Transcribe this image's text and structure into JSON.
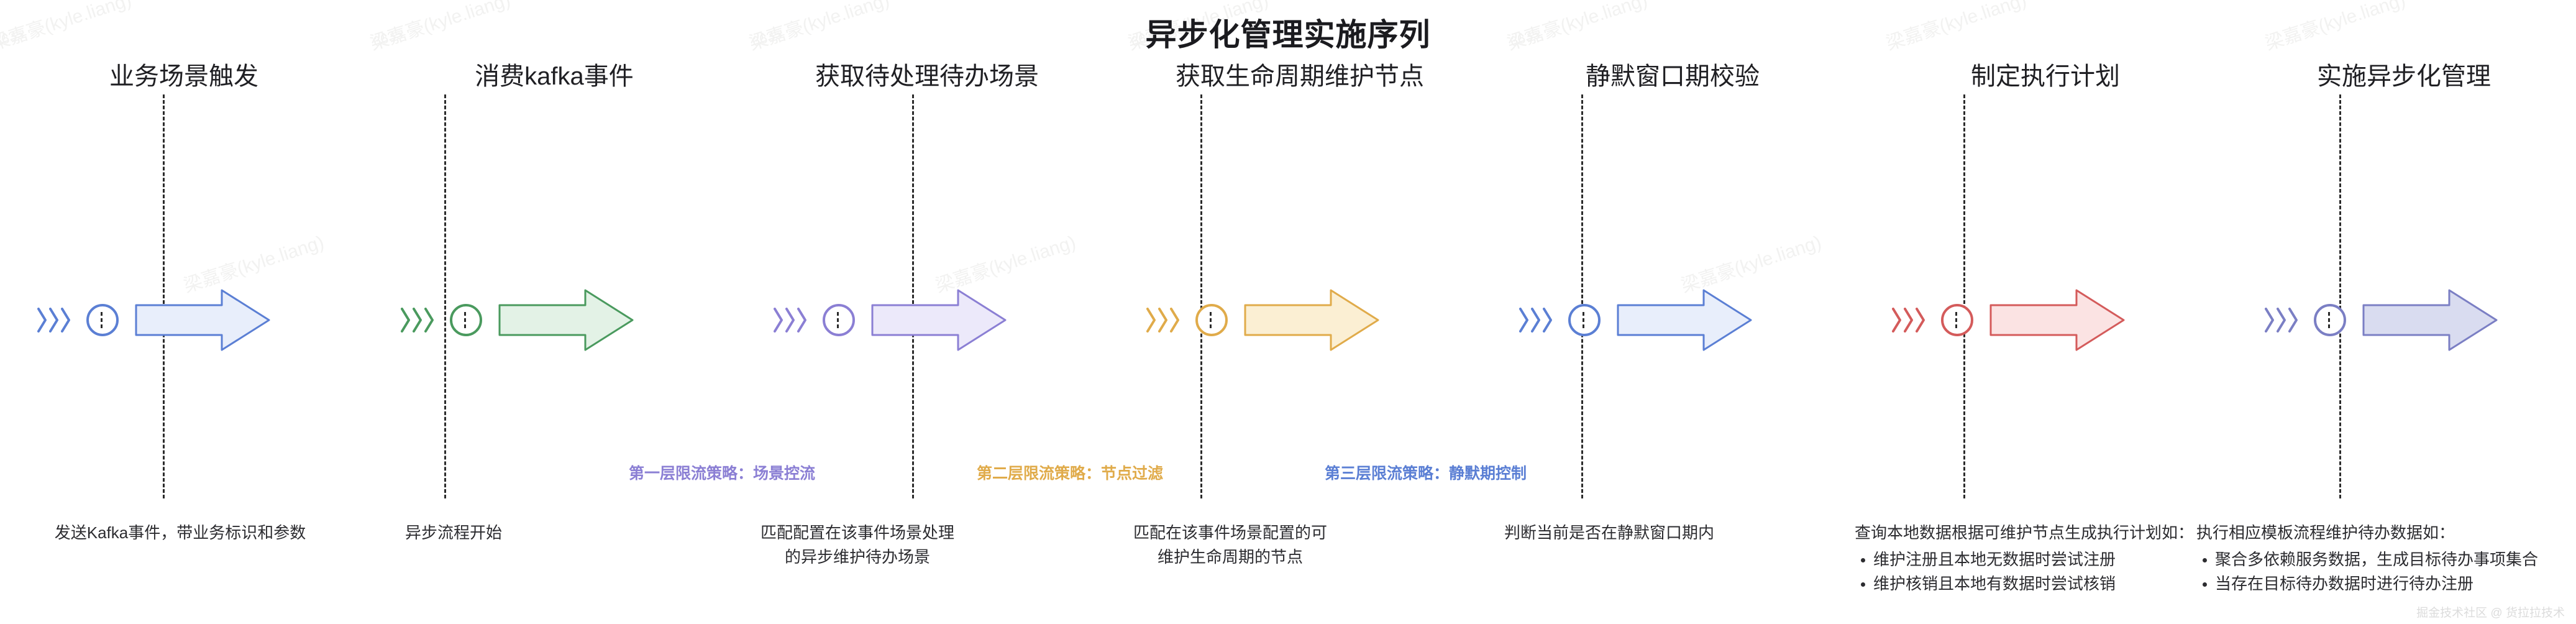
{
  "title": "异步化管理实施序列",
  "footer": "掘金技术社区 @ 货拉拉技术",
  "watermark": "梁嘉豪(kyle.liang)",
  "watermark_id": "6635",
  "colors": {
    "step1": "#5b7fd4",
    "step2": "#4a9a5e",
    "step3": "#8b7fd4",
    "step4": "#e0ab4a",
    "step5": "#5b7fd4",
    "step6": "#d45b5b",
    "step7": "#7b7fc4",
    "arrow1_fill": "#e8eefb",
    "arrow2_fill": "#e3f2e6",
    "arrow3_fill": "#ece9fa",
    "arrow4_fill": "#fbefd3",
    "arrow5_fill": "#e8eefb",
    "arrow6_fill": "#fbe3e3",
    "arrow7_fill": "#d9dcf0"
  },
  "steps": [
    {
      "id": "step-1",
      "heading": "业务场景触发",
      "accent": "#5b7fd4",
      "arrow_fill": "#e8eefb",
      "desc_lines": [
        "发送Kafka事件，带业务标识和参数"
      ],
      "bullets": []
    },
    {
      "id": "step-2",
      "heading": "消费kafka事件",
      "accent": "#4a9a5e",
      "arrow_fill": "#e3f2e6",
      "desc_lines": [
        "异步流程开始"
      ],
      "bullets": []
    },
    {
      "id": "step-3",
      "heading": "获取待处理待办场景",
      "accent": "#8b7fd4",
      "arrow_fill": "#ece9fa",
      "desc_lines": [
        "匹配配置在该事件场景处理",
        "的异步维护待办场景"
      ],
      "bullets": []
    },
    {
      "id": "step-4",
      "heading": "获取生命周期维护节点",
      "accent": "#e0ab4a",
      "arrow_fill": "#fbefd3",
      "desc_lines": [
        "匹配在该事件场景配置的可",
        "维护生命周期的节点"
      ],
      "bullets": []
    },
    {
      "id": "step-5",
      "heading": "静默窗口期校验",
      "accent": "#5b7fd4",
      "arrow_fill": "#e8eefb",
      "desc_lines": [
        "判断当前是否在静默窗口期内"
      ],
      "bullets": []
    },
    {
      "id": "step-6",
      "heading": "制定执行计划",
      "accent": "#d45b5b",
      "arrow_fill": "#fbe3e3",
      "desc_lines": [
        "查询本地数据根据可维护节点生成执行计划如："
      ],
      "bullets": [
        "维护注册且本地无数据时尝试注册",
        "维护核销且本地有数据时尝试核销"
      ]
    },
    {
      "id": "step-7",
      "heading": "实施异步化管理",
      "accent": "#7b7fc4",
      "arrow_fill": "#d9dcf0",
      "desc_lines": [
        "执行相应模板流程维护待办数据如："
      ],
      "bullets": [
        "聚合多依赖服务数据，生成目标待办事项集合",
        "当存在目标待办数据时进行待办注册"
      ]
    }
  ],
  "strategies": [
    {
      "id": "strategy-1",
      "label": "第一层限流策略：场景控流",
      "color": "#8b7fd4"
    },
    {
      "id": "strategy-2",
      "label": "第二层限流策略：节点过滤",
      "color": "#e0ab4a"
    },
    {
      "id": "strategy-3",
      "label": "第三层限流策略：静默期控制",
      "color": "#5b7fd4"
    }
  ]
}
